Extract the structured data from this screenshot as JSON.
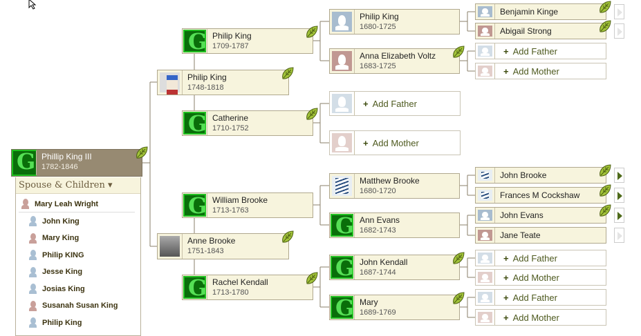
{
  "root": {
    "name": "Phillip King III",
    "dates": "1782-1846",
    "photo": "green"
  },
  "spouse_panel": {
    "header": "Spouse & Children ▾",
    "spouse": {
      "name": "Mary Leah Wright",
      "gender": "f"
    },
    "children": [
      {
        "name": "John King",
        "gender": "m"
      },
      {
        "name": "Mary King",
        "gender": "f"
      },
      {
        "name": "Philip KING",
        "gender": "m"
      },
      {
        "name": "Jesse King",
        "gender": "m"
      },
      {
        "name": "Josias King",
        "gender": "m"
      },
      {
        "name": "Susanah Susan King",
        "gender": "f"
      },
      {
        "name": "Philip King",
        "gender": "m"
      }
    ]
  },
  "add_father_label": "Add Father",
  "add_mother_label": "Add Mother",
  "nodes": [
    {
      "name": "Philip King",
      "dates": "1748-1818",
      "photo": "soldier",
      "leaf": true
    },
    {
      "name": "Anne Brooke",
      "dates": "1751-1843",
      "photo": "grayph",
      "leaf": true
    },
    {
      "name": "Philip King",
      "dates": "1709-1787",
      "photo": "green",
      "leaf": true
    },
    {
      "name": "Catherine",
      "dates": "1710-1752",
      "photo": "green",
      "leaf": true
    },
    {
      "name": "William Brooke",
      "dates": "1713-1763",
      "photo": "green",
      "leaf": false
    },
    {
      "name": "Rachel Kendall",
      "dates": "1713-1780",
      "photo": "green",
      "leaf": true
    },
    {
      "name": "Philip King",
      "dates": "1680-1725",
      "photo": "male",
      "leaf": false
    },
    {
      "name": "Anna Elizabeth Voltz",
      "dates": "1683-1725",
      "photo": "female",
      "leaf": true
    },
    {
      "add": "father"
    },
    {
      "add": "mother"
    },
    {
      "name": "Matthew Brooke",
      "dates": "1680-1720",
      "photo": "ship",
      "leaf": false
    },
    {
      "name": "Ann Evans",
      "dates": "1682-1743",
      "photo": "green",
      "leaf": false
    },
    {
      "name": "John Kendall",
      "dates": "1687-1744",
      "photo": "green",
      "leaf": true
    },
    {
      "name": "Mary",
      "dates": "1689-1769",
      "photo": "green",
      "leaf": true
    },
    {
      "name": "Benjamin Kinge",
      "photo": "male",
      "leaf": true,
      "more": "faded"
    },
    {
      "name": "Abigail Strong",
      "photo": "female",
      "leaf": true,
      "more": "faded"
    },
    {
      "add": "father"
    },
    {
      "add": "mother"
    },
    {
      "name": "John Brooke",
      "photo": "ship",
      "leaf": true,
      "more": "active"
    },
    {
      "name": "Frances M Cockshaw",
      "photo": "ship",
      "leaf": true,
      "more": "active"
    },
    {
      "name": "John Evans",
      "photo": "male",
      "leaf": true,
      "more": "active"
    },
    {
      "name": "Jane Teate",
      "photo": "female",
      "leaf": false,
      "more": "faded"
    },
    {
      "add": "father"
    },
    {
      "add": "mother"
    },
    {
      "add": "father"
    },
    {
      "add": "mother"
    }
  ]
}
